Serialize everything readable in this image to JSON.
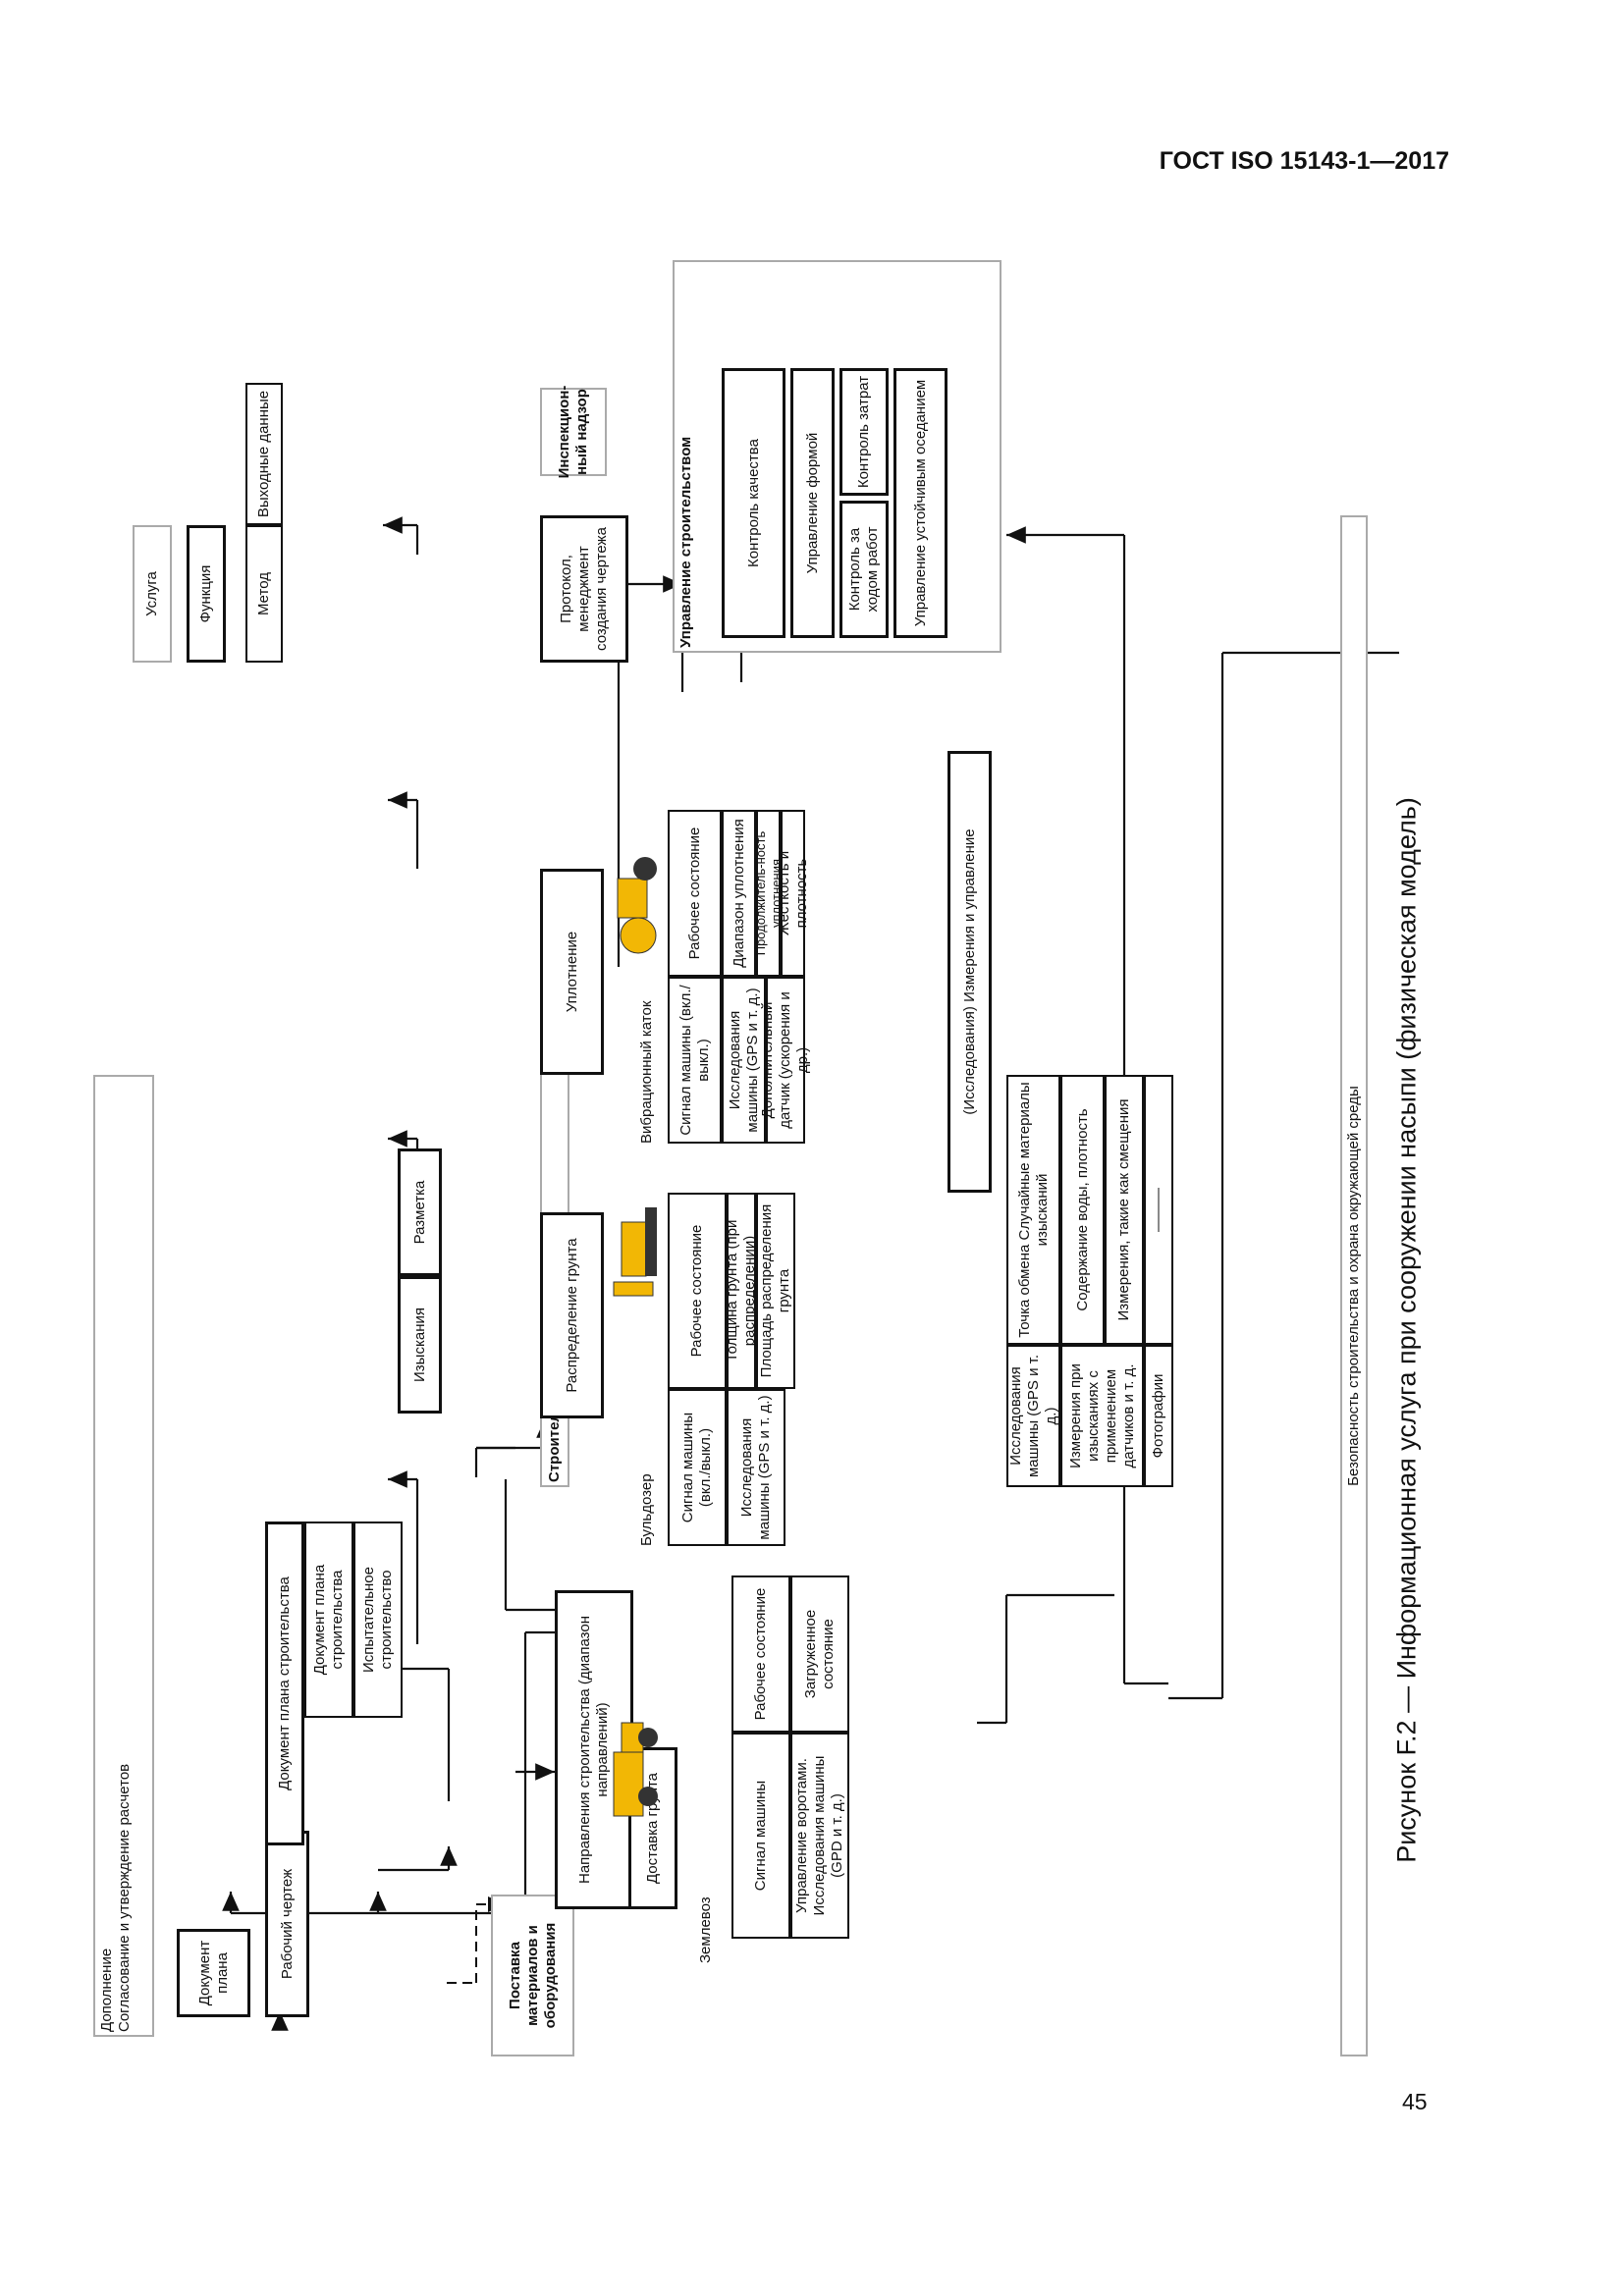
{
  "header": "ГОСТ ISO 15143-1—2017",
  "page_number": "45",
  "caption": "Рисунок F.2 — Информационная услуга при сооружении насыпи (физическая модель)",
  "legend": {
    "service": "Услуга",
    "function": "Функция",
    "method": "Метод",
    "output": "Выходные данные"
  },
  "nodes": {
    "addition_title": "Дополнение",
    "addition_sub": "Согласование и утверждение расчетов",
    "plan_doc": "Документ плана",
    "working_drawing": "Рабочий чертеж",
    "construction_plan_doc": "Документ плана строительства",
    "construction_plan_doc2": "Документ плана строительства",
    "trial_construction": "Испытательное строительство",
    "surveys": "Изыскания",
    "marking": "Разметка",
    "construction_direction": "Направления строительства (диапазон направлений)",
    "soil_delivery": "Доставка грунта",
    "materials_supply": "Поставка материалов и оборудования",
    "machine_construction": "Строительство машинами",
    "soil_distribution": "Распределение грунта",
    "compaction": "Уплотнение",
    "protocol": "Протокол, менеджмент создания чертежа",
    "inspection": "Инспекцион-ный надзор",
    "construction_mgmt": "Управление строительством",
    "quality_control": "Контроль качества",
    "shape_control": "Управление формой",
    "progress_control": "Контроль за ходом работ",
    "cost_control": "Контроль затрат",
    "settlement_control": "Управление устойчивым оседанием",
    "measurement_mgmt": "(Исследования) Измерения и управление",
    "safety": "Безопасность строительства и охрана окружающей среды"
  },
  "dump_truck": {
    "title": "Землевоз",
    "signal": "Сигнал машины",
    "gate": "Управление воротами. Исследования машины (GPD и т. д.)",
    "work_state": "Рабочее состояние",
    "loaded_state": "Загруженное состояние"
  },
  "bulldozer": {
    "title": "Бульдозер",
    "signal": "Сигнал машины (вкл./выкл.)",
    "research": "Исследования машины (GPS и т. д.)",
    "work_state": "Рабочее состояние",
    "thickness": "Толщина грунта (при распределении)",
    "area": "Площадь распределения грунта"
  },
  "roller": {
    "title": "Вибрационный каток",
    "signal": "Сигнал машины (вкл./выкл.)",
    "research": "Исследования машины (GPS и т. д.)",
    "extra_sensor": "Дополнительный датчик (ускорения и др.)",
    "work_state": "Рабочее состояние",
    "range": "Диапазон уплотнения",
    "duration": "Продолжитель-ность уплотнения",
    "stiffness": "Жесткость и плотность"
  },
  "measurement": {
    "research": "Исследования машины (GPS и т. д.)",
    "survey_meas": "Измерения при изысканиях с применением датчиков и т. д.",
    "photos": "Фотографии",
    "exchange": "Точка обмена Случайные материалы изысканий",
    "water": "Содержание воды, плотность",
    "displacement": "Измерения, такие как смещения",
    "dash": "———"
  },
  "colors": {
    "line": "#111111",
    "grey": "#aaaaaa",
    "vehicle_yellow": "#f2b705"
  }
}
